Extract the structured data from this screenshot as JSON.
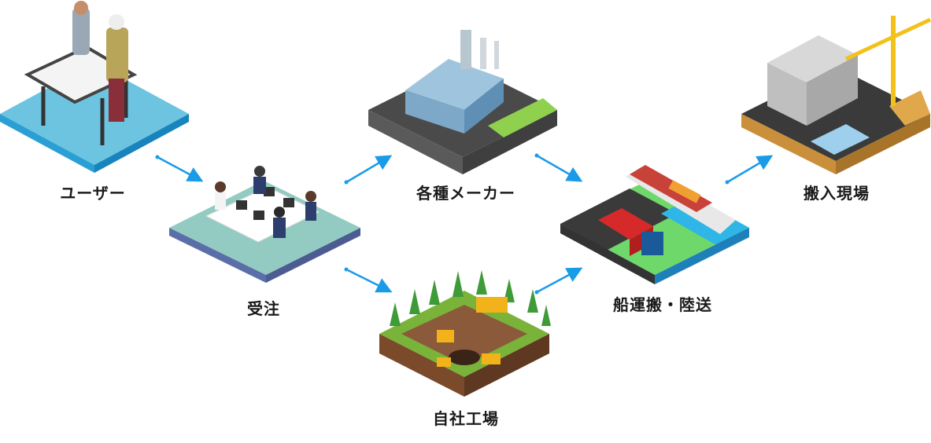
{
  "colors": {
    "arrow": "#1a9be8"
  },
  "nodes": [
    {
      "id": "user",
      "label": "ユーザー"
    },
    {
      "id": "order",
      "label": "受注"
    },
    {
      "id": "makers",
      "label": "各種メーカー"
    },
    {
      "id": "own_factory",
      "label": "自社工場"
    },
    {
      "id": "transport",
      "label": "船運搬・陸送"
    },
    {
      "id": "site",
      "label": "搬入現場"
    }
  ],
  "edges": [
    {
      "from": "user",
      "to": "order"
    },
    {
      "from": "order",
      "to": "makers"
    },
    {
      "from": "order",
      "to": "own_factory"
    },
    {
      "from": "makers",
      "to": "transport"
    },
    {
      "from": "own_factory",
      "to": "transport"
    },
    {
      "from": "transport",
      "to": "site"
    }
  ]
}
